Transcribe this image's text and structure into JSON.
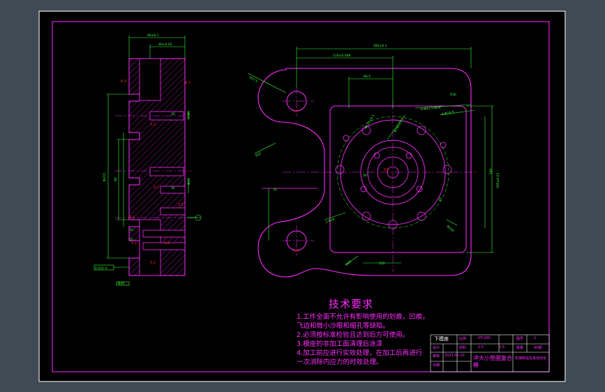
{
  "drawing": {
    "tech_title": "技术要求",
    "tech_lines": [
      "1.工件全面不允许有影响使用的划痕，凹痕，",
      "飞边和微小沙眼和缩孔等缺陷。",
      "2.必须按标准检验且达到后方可使用。",
      "3.模座的非加工面清理后涂漆",
      "4.加工前应进行实效处理，在加工后再进行",
      "一次消除内应力的时效处理。"
    ],
    "colors": {
      "background": "#3f4a55",
      "paper": "#000000",
      "outline": "#ff2bff",
      "dimension": "#39ff39",
      "hatch": "#ff2bff",
      "centerline": "#ff2bff",
      "accent": "#ff2020",
      "frame": "#ffffff"
    }
  },
  "title_block": {
    "part_name": "下模座",
    "cells": [
      "HT-200",
      "比例",
      "1",
      "图号",
      "1:5",
      "材料",
      "45钢",
      "数量",
      "1:5",
      "设计",
      "审核",
      "日期",
      "2021.05.10"
    ],
    "company": "冲大小垫圈复合模",
    "school": "机械制造及其自动化"
  },
  "dims": {
    "top_overall": "285±0.1",
    "top_110": "110±0.008",
    "top_66": "66.5",
    "r_label": "R57.5",
    "ref_285": "285±0.02",
    "ref_180": "180",
    "side_top": "60±0.1",
    "side_top2": "40±0.02",
    "side_left": "Φ215",
    "side_fit": "0.025 A"
  }
}
